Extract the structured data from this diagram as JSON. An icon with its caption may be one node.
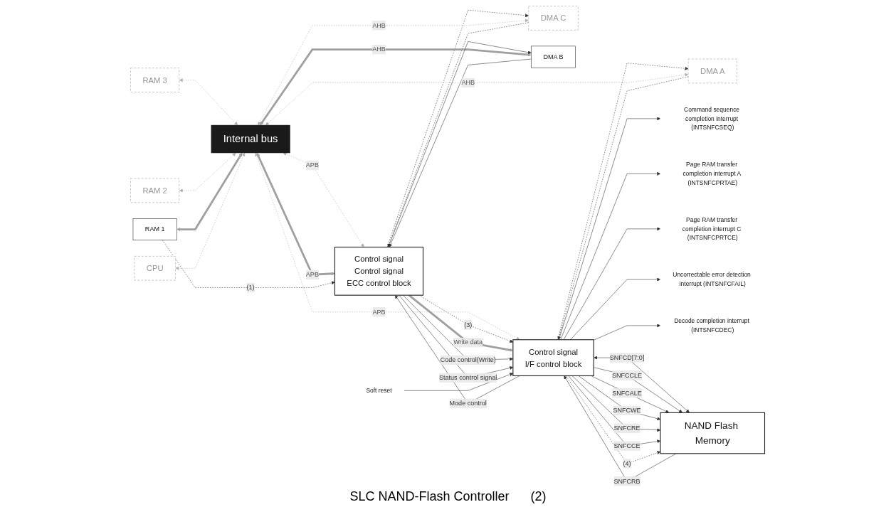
{
  "diagram": {
    "caption": "SLC NAND-Flash Controller",
    "nodes": [
      {
        "text": [
          "RAM 3"
        ]
      },
      {
        "text": [
          "DMA C"
        ]
      },
      {
        "text": [
          "DMA B"
        ]
      },
      {
        "text": [
          "RAM 2"
        ]
      },
      {
        "text": [
          "RAM 1"
        ]
      },
      {
        "text": [
          "DMA A"
        ]
      },
      {
        "text": [
          "CPU"
        ]
      },
      {
        "text": [
          "Internal bus"
        ]
      },
      {
        "text": [
          "Control signal",
          "Control signal",
          "ECC control block"
        ]
      },
      {
        "text": [
          "Control signal",
          "I/F control block"
        ]
      },
      {
        "text": [
          "NAND Flash Memory"
        ]
      },
      {
        "text": [
          "Command sequence completion interrupt (INTSNFCSEQ)"
        ]
      },
      {
        "text": [
          "Page RAM transfer completion interrupt A (INTSNFCPRTAE)"
        ]
      },
      {
        "text": [
          "Page RAM transfer completion interrupt C (INTSNFCPRTCE)"
        ]
      },
      {
        "text": [
          "Uncorrectable error detection interrupt (INTSNFCFAIL)"
        ]
      },
      {
        "text": [
          "Decode completion interrupt (INTSNFCDEC)"
        ]
      },
      {
        "text": [
          "Soft reset"
        ]
      }
    ],
    "edges": [
      {
        "from": 0,
        "to": 7,
        "arrow": "both",
        "style": "dashed",
        "color": "#b0b0b0"
      },
      {
        "from": 1,
        "to": 7,
        "arrow": "both",
        "style": "dashed",
        "color": "#b0b0b0",
        "label": "AHB"
      },
      {
        "from": 7,
        "to": 8,
        "arrow": "both",
        "style": "dashed",
        "color": "#b0b0b0",
        "label": "APB"
      },
      {
        "from": 8,
        "to": 1,
        "arrow": "to",
        "style": "dashed"
      },
      {
        "from": 1,
        "to": 8,
        "arrow": "to",
        "style": "dashed"
      },
      {
        "from": 2,
        "to": 7,
        "arrow": "both",
        "style": "thick",
        "color": "#a0a0a0",
        "label": "AHB"
      },
      {
        "from": 7,
        "to": 8,
        "arrow": "both",
        "style": "thick",
        "color": "#a0a0a0",
        "label": "APB"
      },
      {
        "from": 8,
        "to": 2,
        "arrow": "to"
      },
      {
        "from": 2,
        "to": 8,
        "arrow": "to"
      },
      {
        "from": 3,
        "to": 7,
        "arrow": "both",
        "style": "dashed",
        "color": "#b0b0b0"
      },
      {
        "from": 4,
        "to": 7,
        "arrow": "both",
        "style": "thick",
        "color": "#a0a0a0"
      },
      {
        "from": 4,
        "to": 8,
        "arrow": "to",
        "style": "dashed",
        "label": "(1)"
      },
      {
        "from": 5,
        "to": 7,
        "arrow": "both",
        "style": "dashed",
        "color": "#b0b0b0",
        "label": "AHB"
      },
      {
        "from": 7,
        "to": 9,
        "arrow": "both",
        "style": "dashed",
        "color": "#b0b0b0",
        "label": "APB"
      },
      {
        "from": 9,
        "to": 5,
        "arrow": "to",
        "style": "dashed"
      },
      {
        "from": 5,
        "to": 9,
        "arrow": "to",
        "style": "dashed"
      },
      {
        "from": 6,
        "to": 7,
        "arrow": "both",
        "style": "dashed",
        "color": "#b0b0b0"
      },
      {
        "from": 8,
        "to": 9,
        "arrow": "to",
        "style": "dashed",
        "label": "(3)"
      },
      {
        "from": 8,
        "to": 9,
        "arrow": "to",
        "style": "thick",
        "color": "#a0a0a0",
        "label": "Write data"
      },
      {
        "from": 8,
        "to": 9,
        "arrow": "to",
        "label": "Code control(Write)"
      },
      {
        "from": 9,
        "to": 8,
        "arrow": "to",
        "label": "Mode control"
      },
      {
        "from": 8,
        "to": 9,
        "arrow": "to",
        "label": "Status control signal"
      },
      {
        "from": 9,
        "to": 11,
        "arrow": "to"
      },
      {
        "from": 9,
        "to": 12,
        "arrow": "to"
      },
      {
        "from": 9,
        "to": 13,
        "arrow": "to"
      },
      {
        "from": 9,
        "to": 14,
        "arrow": "to"
      },
      {
        "from": 9,
        "to": 15,
        "arrow": "to"
      },
      {
        "from": 16,
        "to": 9,
        "arrow": "to"
      },
      {
        "from": 9,
        "to": 10,
        "arrow": "both",
        "label": "SNFCD[7:0]"
      },
      {
        "from": 10,
        "to": 9,
        "arrow": "to",
        "label": "SNFCRB"
      },
      {
        "from": 9,
        "to": 10,
        "arrow": "to",
        "label": "SNFCCLE"
      },
      {
        "from": 9,
        "to": 10,
        "arrow": "to",
        "label": "SNFCALE"
      },
      {
        "from": 9,
        "to": 10,
        "arrow": "to",
        "label": "SNFCWE"
      },
      {
        "from": 9,
        "to": 10,
        "arrow": "to",
        "label": "SNFCRE"
      },
      {
        "from": 9,
        "to": 10,
        "arrow": "to",
        "label": "SNFCCE"
      },
      {
        "from": 9,
        "to": 10,
        "arrow": "to",
        "style": "dashed",
        "label": "(4)"
      }
    ],
    "labels": [
      "(2)"
    ]
  }
}
